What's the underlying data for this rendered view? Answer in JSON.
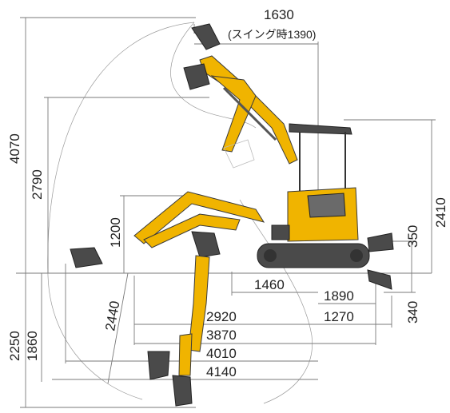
{
  "dimensions": {
    "top_width": "1630",
    "top_note": "(スイング時1390)",
    "max_height": "4070",
    "dump_height": "2790",
    "height_1200": "1200",
    "cab_height": "2410",
    "blade_height": "350",
    "blade_depth": "340",
    "dig_depth": "2250",
    "vert_depth": "1860",
    "wall_depth": "2440",
    "d1460": "1460",
    "d1890": "1890",
    "d2920": "2920",
    "d1270": "1270",
    "d3870": "3870",
    "d4010": "4010",
    "d4140": "4140"
  },
  "colors": {
    "machine_yellow": "#f0b400",
    "track_dark": "#4a4a4a",
    "dimension_line": "#7a7a7a"
  }
}
